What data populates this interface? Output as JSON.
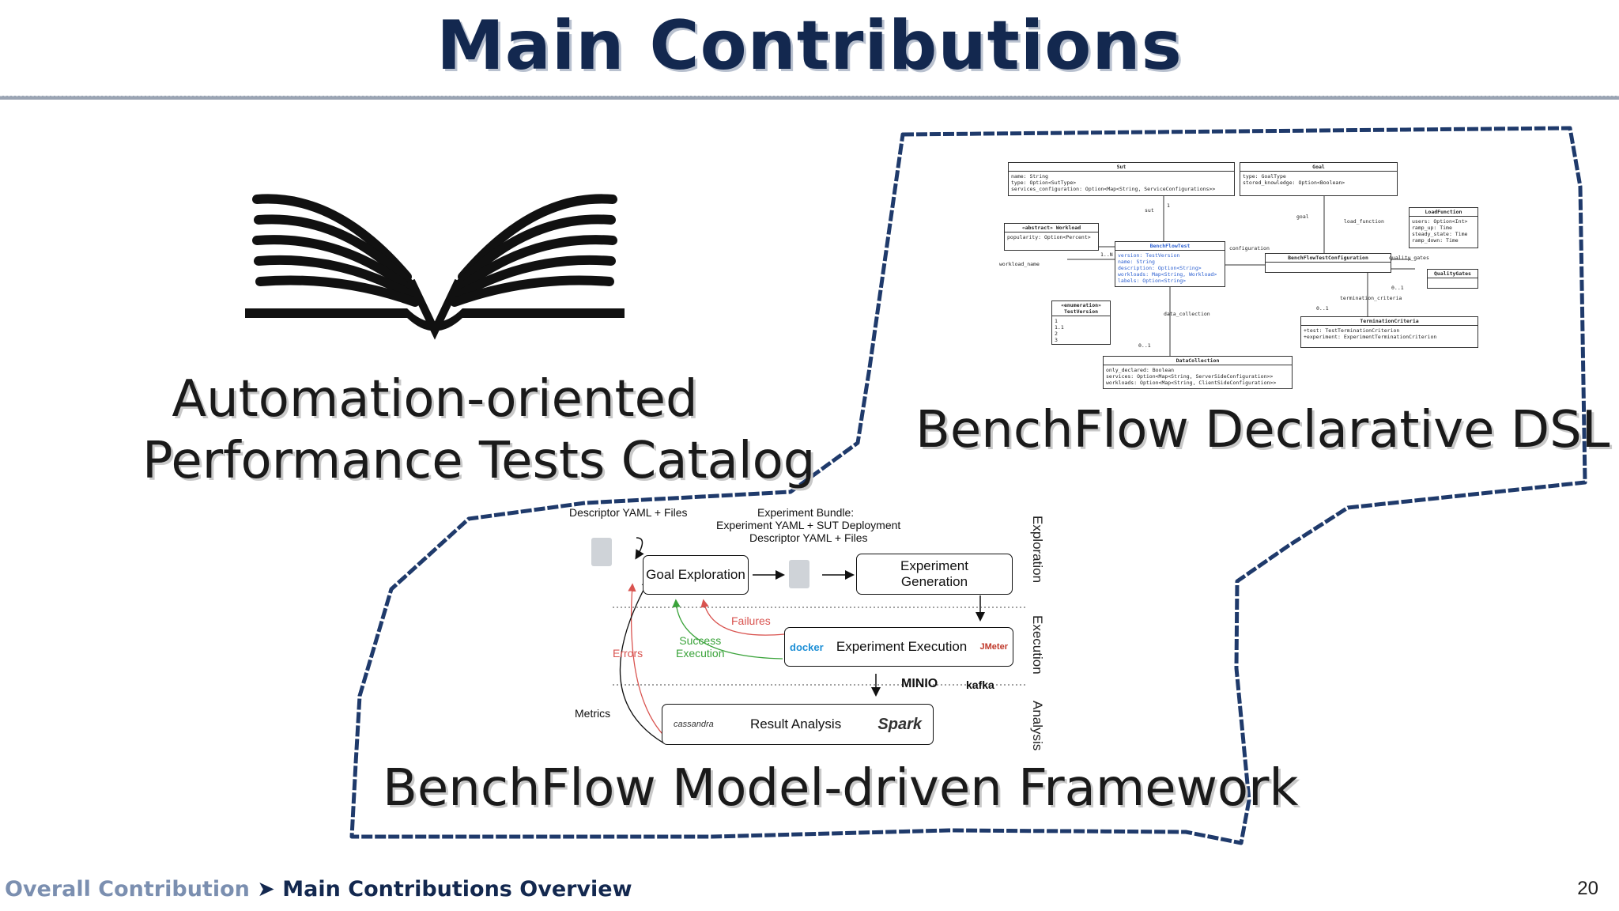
{
  "slide": {
    "title": "Main Contributions",
    "page_number": "20"
  },
  "catalog": {
    "line1": "Automation-oriented",
    "line2": "Performance Tests Catalog",
    "icon": "open-book-icon"
  },
  "dsl": {
    "label": "BenchFlow Declarative DSL",
    "uml": {
      "sut": {
        "title": "Sut",
        "lines": [
          "name: String",
          "type: Option<SutType>",
          "services_configuration: Option<Map<String, ServiceConfigurations>>"
        ]
      },
      "goal": {
        "title": "Goal",
        "lines": [
          "type: GoalType",
          "stored_knowledge: Option<Boolean>"
        ]
      },
      "workload": {
        "title": "«abstract» Workload",
        "lines": [
          "popularity: Option<Percent>"
        ]
      },
      "benchflowtest": {
        "title": "BenchFlowTest",
        "lines": [
          "version: TestVersion",
          "name: String",
          "description: Option<String>",
          "workloads: Map<String, Workload>",
          "labels: Option<String>"
        ]
      },
      "config": {
        "title": "BenchFlowTestConfiguration",
        "lines": []
      },
      "loadfunction": {
        "title": "LoadFunction",
        "lines": [
          "users: Option<Int>",
          "ramp_up: Time",
          "steady_state: Time",
          "ramp_down: Time"
        ]
      },
      "qualitygates": {
        "title": "QualityGates",
        "lines": []
      },
      "testversion": {
        "title": "«enumeration» TestVersion",
        "lines": [
          "1",
          "1.1",
          "2",
          "3"
        ]
      },
      "termination": {
        "title": "TerminationCriteria",
        "lines": [
          "+test: TestTerminationCriterion",
          "+experiment: ExperimentTerminationCriterion"
        ]
      },
      "datacollection": {
        "title": "DataCollection",
        "lines": [
          "only_declared: Boolean",
          "services: Option<Map<String, ServerSideConfiguration>>",
          "workloads: Option<Map<String, ClientSideConfiguration>>"
        ]
      },
      "edges": {
        "sut": "sut",
        "one": "1",
        "goal": "goal",
        "load_function": "load_function",
        "configuration": "configuration",
        "quality_gates": "quality_gates",
        "workload_name": "workload_name",
        "one_n": "1..N",
        "termination_criteria": "termination_criteria",
        "zero_one": "0..1",
        "data_collection": "data_collection"
      }
    }
  },
  "framework": {
    "label": "BenchFlow Model-driven Framework",
    "descriptor_text": "Descriptor YAML + Files",
    "bundle_line1": "Experiment Bundle:",
    "bundle_line2": "Experiment YAML + SUT Deployment",
    "bundle_line3": "Descriptor YAML + Files",
    "goal_exploration": "Goal Exploration",
    "experiment_generation": "Experiment\nGeneration",
    "experiment_execution": "Experiment Execution",
    "result_analysis": "Result Analysis",
    "failures": "Failures",
    "success_execution": "Success\nExecution",
    "errors": "Errors",
    "metrics": "Metrics",
    "phase_exploration": "Exploration",
    "phase_execution": "Execution",
    "phase_analysis": "Analysis",
    "logo_docker": "docker",
    "logo_jmeter": "JMeter",
    "logo_minio": "MINIO",
    "logo_kafka": "kafka",
    "logo_cassandra": "cassandra",
    "logo_spark": "Spark"
  },
  "footer": {
    "crumb1": "Overall Contribution",
    "separator": "➤",
    "crumb2": "Main Contributions Overview"
  },
  "colors": {
    "title": "#13284f",
    "outline": "#1f3a6b",
    "failures": "#d9534f",
    "success": "#3aa33a"
  }
}
